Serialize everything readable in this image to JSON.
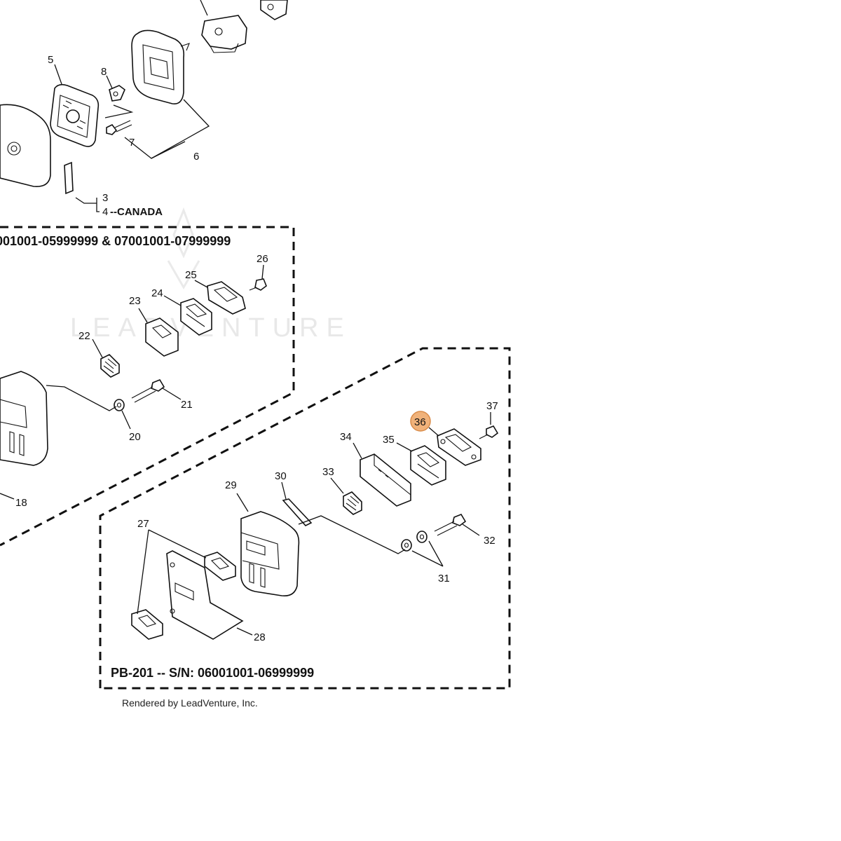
{
  "part_labels": {
    "p3": "3",
    "p4": "4",
    "p4_note": "--CANADA",
    "p5": "5",
    "p6": "6",
    "p7": "7",
    "p8": "8",
    "p18": "18",
    "p20": "20",
    "p21": "21",
    "p22": "22",
    "p23": "23",
    "p24": "24",
    "p25": "25",
    "p26": "26",
    "p27": "27",
    "p28": "28",
    "p29": "29",
    "p30": "30",
    "p31": "31",
    "p32": "32",
    "p33": "33",
    "p34": "34",
    "p35": "35",
    "p36": "36",
    "p37": "37"
  },
  "section_top": {
    "title": "001001-05999999 & 07001001-07999999"
  },
  "section_bottom": {
    "title": "PB-201 -- S/N: 06001001-06999999"
  },
  "highlighted_part": "36",
  "highlight_color": "#f0b27a",
  "watermark": "LEADVENTURE",
  "footer": "Rendered by LeadVenture, Inc."
}
